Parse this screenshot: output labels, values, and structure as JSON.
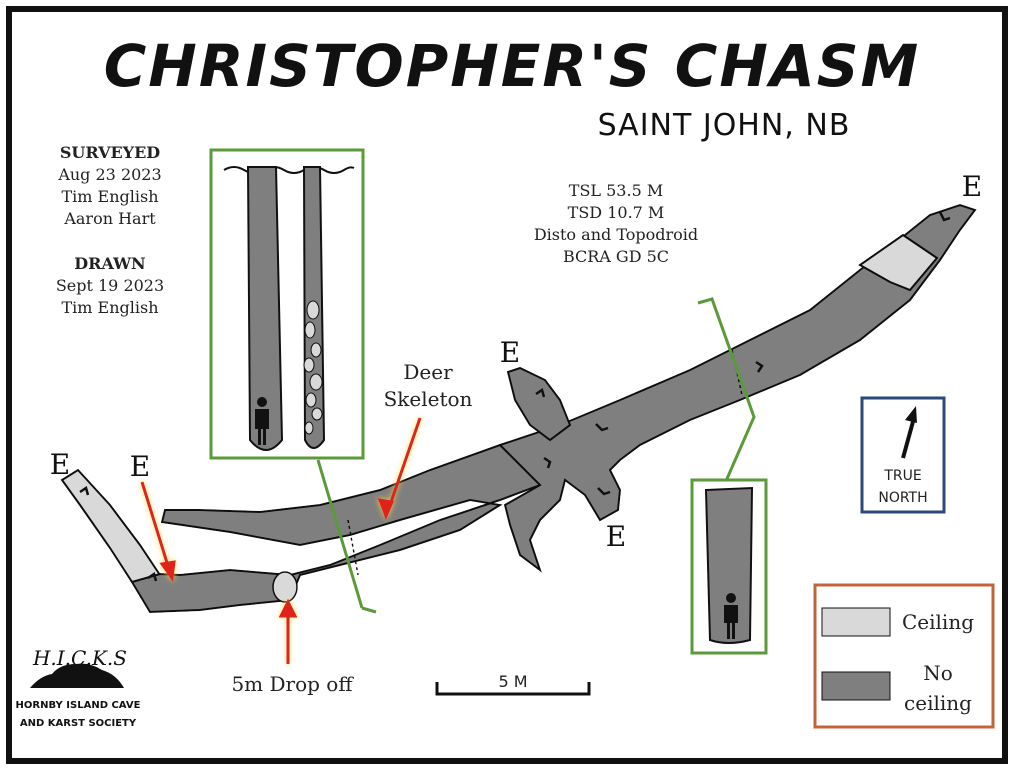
{
  "title": "CHRISTOPHER'S CHASM",
  "subtitle": "SAINT JOHN, NB",
  "survey": {
    "surveyed_heading": "SURVEYED",
    "surveyed_date": "Aug 23 2023",
    "surveyor_1": "Tim English",
    "surveyor_2": "Aaron Hart",
    "drawn_heading": "DRAWN",
    "drawn_date": "Sept 19 2023",
    "drawn_by": "Tim English"
  },
  "stats": {
    "tsl": "TSL 53.5 M",
    "tsd": "TSD 10.7 M",
    "method": "Disto and Topodroid",
    "grade": "BCRA GD 5C"
  },
  "annotations": {
    "deer_line1": "Deer",
    "deer_line2": "Skeleton",
    "drop_off": "5m Drop off",
    "entrance": "E"
  },
  "scale_bar": {
    "label": "5 M"
  },
  "north": {
    "line1": "TRUE",
    "line2": "NORTH"
  },
  "legend": {
    "ceiling": "Ceiling",
    "no_ceiling_1": "No",
    "no_ceiling_2": "ceiling",
    "ceiling_color": "#d9d9d9",
    "no_ceiling_color": "#7f7f7f"
  },
  "logo": {
    "letters": "H.I.C.K.S",
    "line1": "HORNBY ISLAND CAVE",
    "line2": "AND KARST SOCIETY"
  },
  "colors": {
    "cave_fill": "#7f7f7f",
    "ceiling_fill": "#d9d9d9",
    "section_box": "#5a9a3a",
    "arrow_red": "#e0241b",
    "north_box": "#2b4a7a",
    "legend_box": "#c0643a"
  }
}
